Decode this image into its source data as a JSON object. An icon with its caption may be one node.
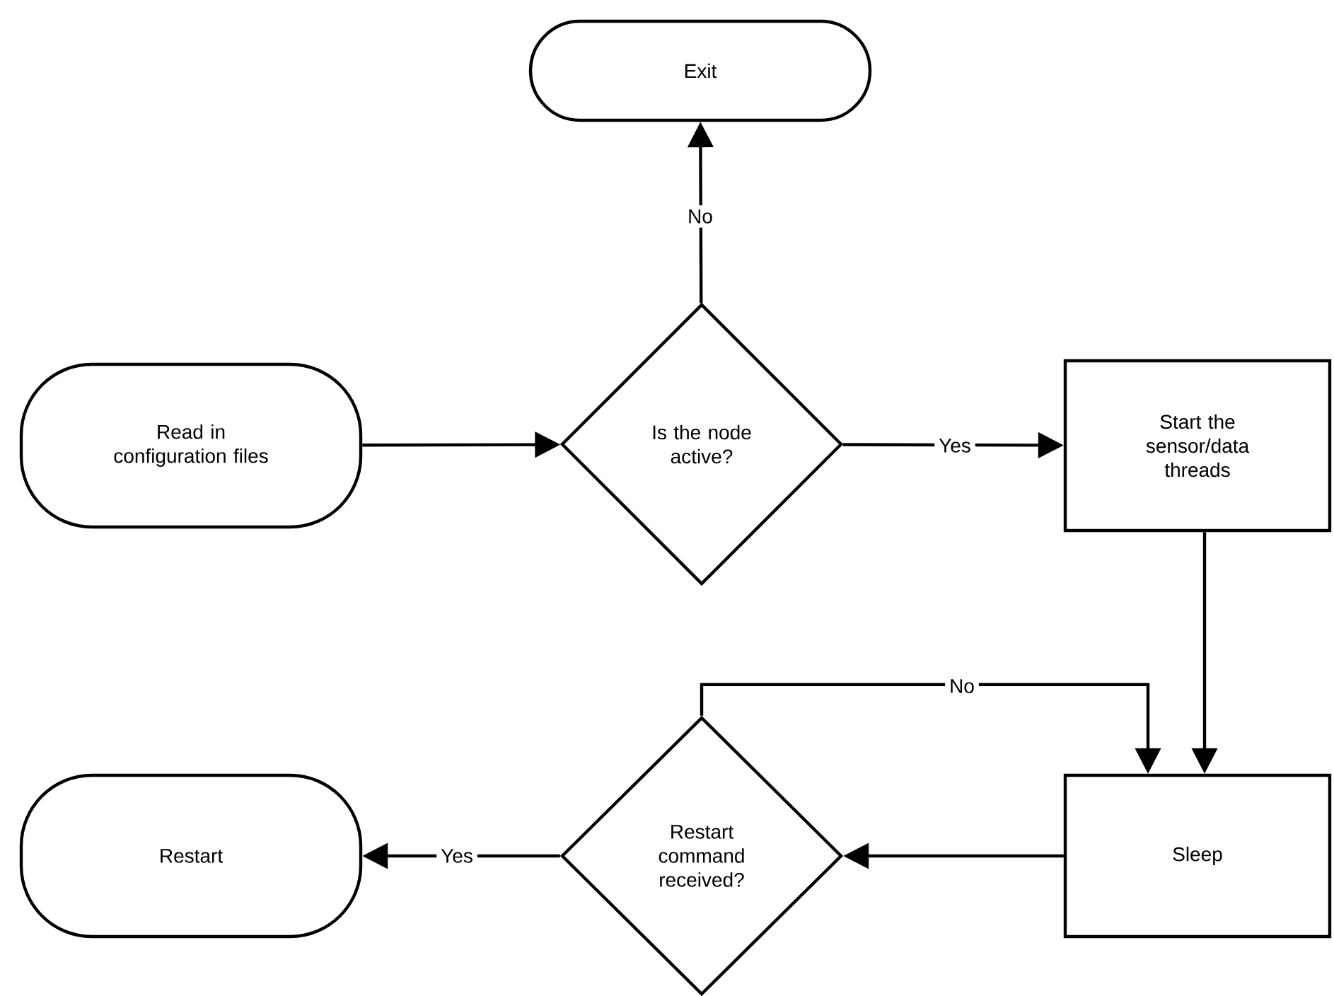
{
  "diagram": {
    "nodes": [
      {
        "text": [
          "Exit"
        ]
      },
      {
        "text": [
          "Read in configuration files"
        ]
      },
      {
        "text": [
          "Is the node active?"
        ]
      },
      {
        "text": [
          "Start the sensor/data threads"
        ]
      },
      {
        "text": [
          "Sleep"
        ]
      },
      {
        "text": [
          "Restart command received?"
        ]
      },
      {
        "text": [
          "Restart"
        ]
      }
    ],
    "edges": [
      {
        "from": 1,
        "to": 2,
        "arrow": "to"
      },
      {
        "from": 2,
        "to": 0,
        "arrow": "to",
        "label": "No"
      },
      {
        "from": 2,
        "to": 3,
        "arrow": "to",
        "label": "Yes"
      },
      {
        "from": 3,
        "to": 4,
        "arrow": "to"
      },
      {
        "from": 5,
        "to": 4,
        "arrow": "to",
        "label": "No"
      },
      {
        "from": 4,
        "to": 5,
        "arrow": "to"
      },
      {
        "from": 5,
        "to": 6,
        "arrow": "to",
        "label": "Yes"
      }
    ]
  }
}
